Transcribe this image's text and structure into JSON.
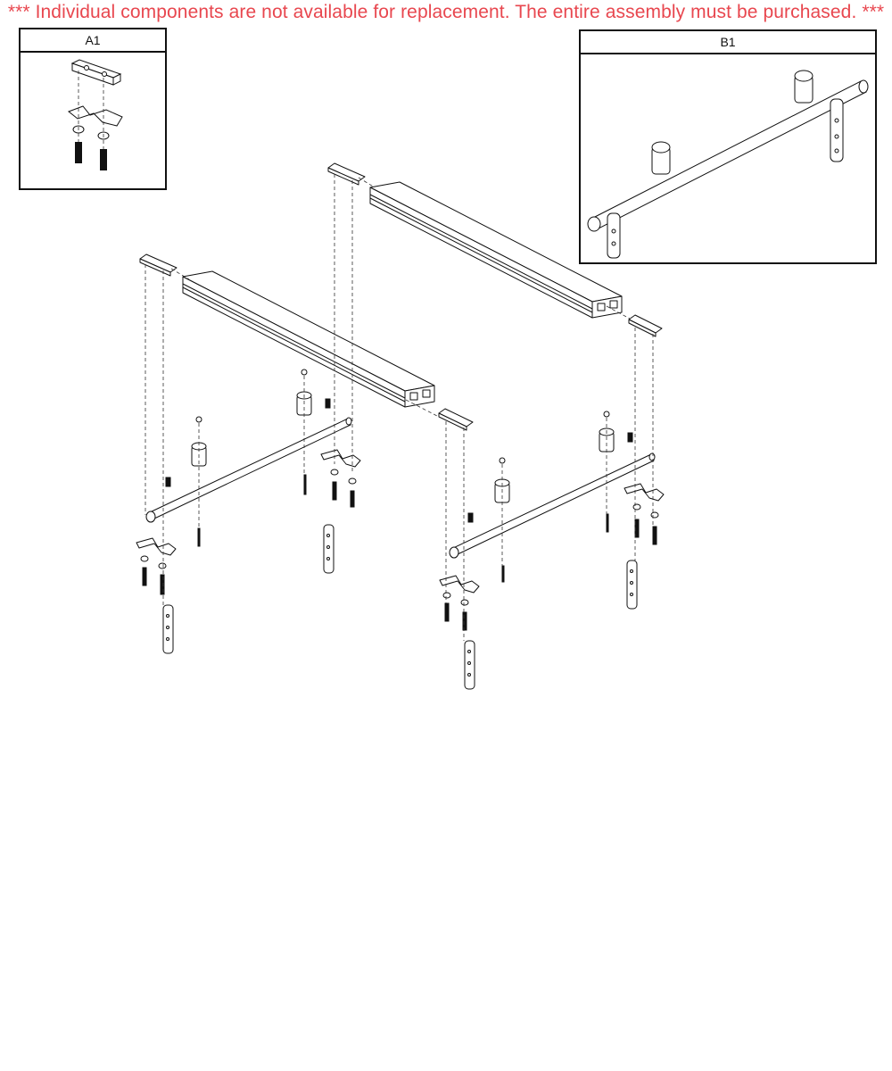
{
  "notice": "*** Individual components are not available for replacement. The entire assembly must be purchased. ***",
  "notice_color": "#e8474f",
  "insets": {
    "a1": {
      "label": "A1"
    },
    "b1": {
      "label": "B1"
    }
  }
}
